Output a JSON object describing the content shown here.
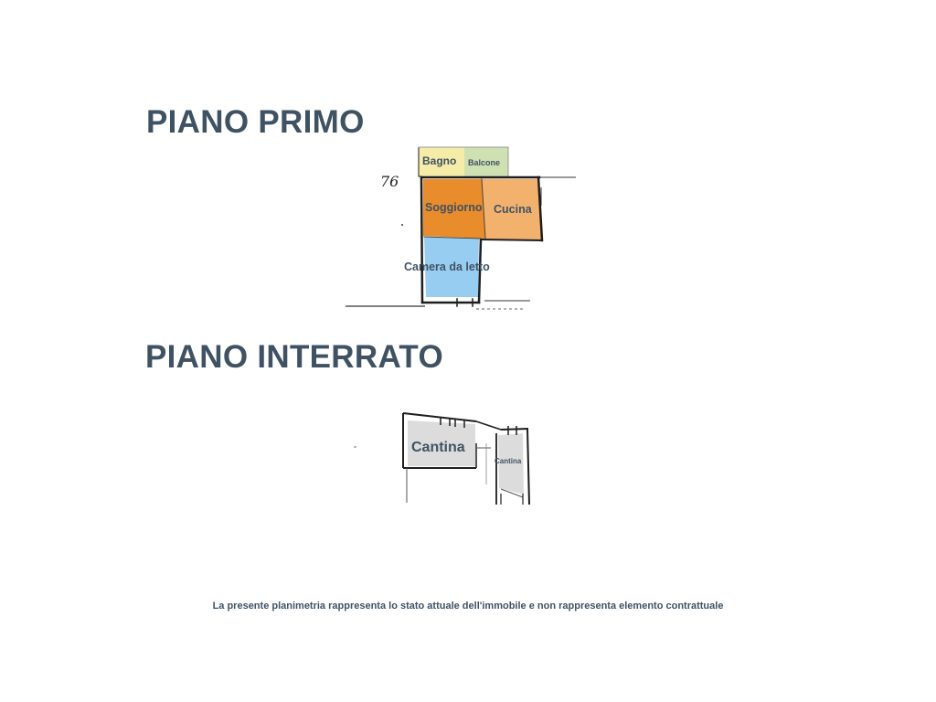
{
  "first_floor": {
    "title": "PIANO PRIMO",
    "sketch_mark": "76",
    "rooms": [
      {
        "id": "bagno",
        "label": "Bagno",
        "color": "#f5eca8"
      },
      {
        "id": "balcone",
        "label": "Balcone",
        "color": "#cfe0b2"
      },
      {
        "id": "soggiorno",
        "label": "Soggiorno",
        "color": "#e88c2c"
      },
      {
        "id": "cucina",
        "label": "Cucina",
        "color": "#f2b26e"
      },
      {
        "id": "camera",
        "label": "Camera da letto",
        "color": "#98cdf2"
      }
    ]
  },
  "basement": {
    "title": "PIANO INTERRATO",
    "rooms": [
      {
        "id": "cantina-1",
        "label": "Cantina",
        "color": "#dcdcdc"
      },
      {
        "id": "cantina-2",
        "label": "Cantina",
        "color": "#dcdcdc"
      }
    ]
  },
  "disclaimer": "La presente planimetria rappresenta lo stato attuale dell'immobile e non rappresenta elemento contrattuale",
  "colors": {
    "heading": "#3f5263",
    "wall": "#222222"
  }
}
